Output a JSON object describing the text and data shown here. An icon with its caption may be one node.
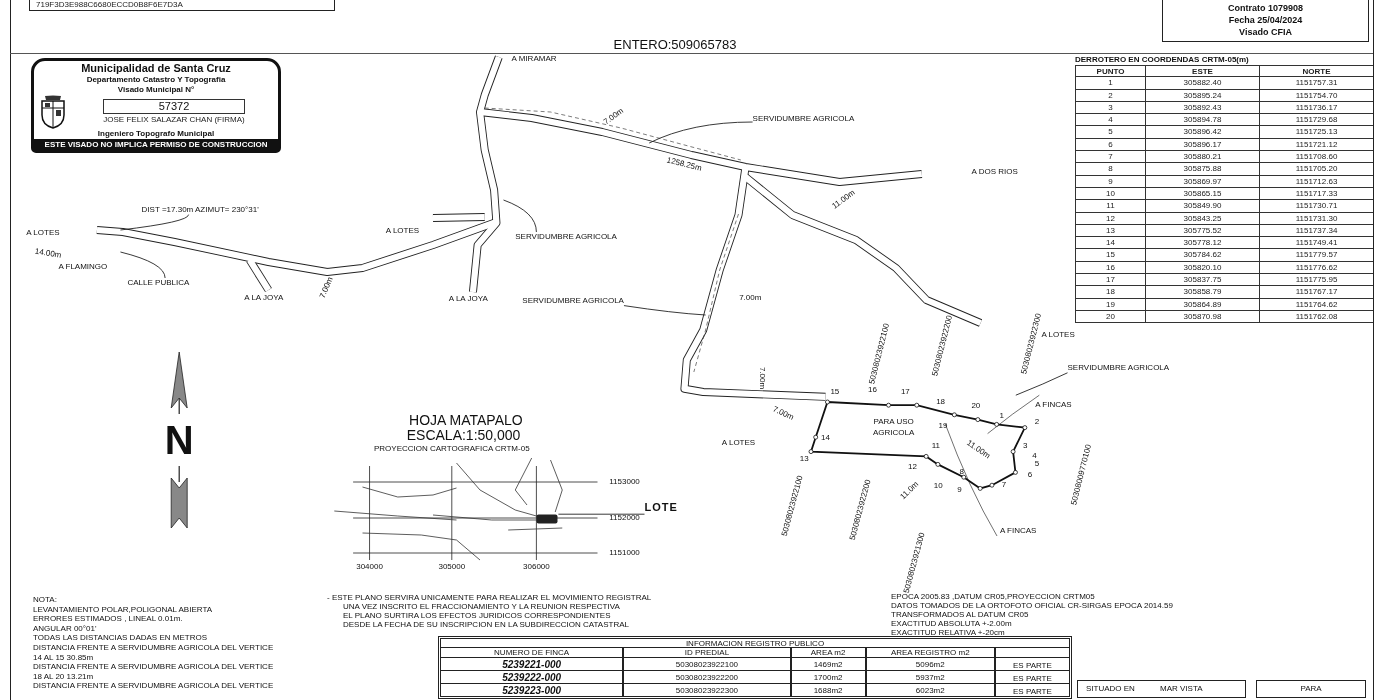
{
  "diagram": {
    "nodes": [
      {
        "text": [
          "719F3D3E988C6680ECCD0B8F6E7D3A"
        ]
      },
      {
        "text": [
          "Contrato 1079908",
          "Fecha 25/04/2024",
          "Visado CFIA"
        ]
      },
      {
        "text": [
          "Municipalidad de Santa Cruz",
          "Departamento Catastro Y Topografia",
          "Visado Municipal N°",
          "57372",
          "JOSE FELIX SALAZAR CHAN (FIRMA)",
          "Ingeniero Topografo Municipal",
          "ESTE VISADO NO IMPLICA PERMISO DE CONSTRUCCION"
        ]
      },
      {
        "text": [
          "SERVIDUMBRE AGRICOLA"
        ]
      },
      {
        "text": [
          "DIST =17.30m AZIMUT= 230°31'"
        ]
      },
      {
        "text": [
          "SERVIDUMBRE AGRICOLA"
        ]
      },
      {
        "text": [
          "CALLE PUBLICA"
        ]
      },
      {
        "text": [
          "SERVIDUMBRE AGRICOLA"
        ]
      },
      {
        "text": [
          "PARA USO AGRICOLA"
        ]
      },
      {
        "text": [
          "SERVIDUMBRE AGRICOLA"
        ]
      },
      {
        "text": [
          "LOTE"
        ]
      },
      {
        "text": [],
        "shape": "box"
      }
    ],
    "edges": [
      {
        "from": 3,
        "to": null,
        "arrow": "none"
      },
      {
        "from": 4,
        "to": null,
        "arrow": "none"
      },
      {
        "from": 5,
        "to": null,
        "arrow": "none"
      },
      {
        "from": 6,
        "to": null,
        "arrow": "none"
      },
      {
        "from": 7,
        "to": null,
        "arrow": "none"
      },
      {
        "from": 9,
        "to": null,
        "arrow": "none"
      },
      {
        "from": 10,
        "to": 11,
        "arrow": "none"
      }
    ],
    "labels": [
      "ENTERO:509065783",
      "DERROTERO EN COORDENDAS CRTM-05(m)",
      "PUNTO",
      "ESTE",
      "NORTE",
      "1",
      "305882.40",
      "1151757.31",
      "2",
      "305895.24",
      "1151754.70",
      "3",
      "305892.43",
      "1151736.17",
      "4",
      "305894.78",
      "1151729.68",
      "5",
      "305896.42",
      "1151725.13",
      "6",
      "305896.17",
      "1151721.12",
      "7",
      "305880.21",
      "1151708.60",
      "8",
      "305875.88",
      "1151705.20",
      "9",
      "305869.97",
      "1151712.63",
      "10",
      "305865.15",
      "1151717.33",
      "11",
      "305849.90",
      "1151730.71",
      "12",
      "305843.25",
      "1151731.30",
      "13",
      "305775.52",
      "1151737.34",
      "14",
      "305778.12",
      "1151749.41",
      "15",
      "305784.62",
      "1151779.57",
      "16",
      "305820.10",
      "1151776.62",
      "17",
      "305837.75",
      "1151775.95",
      "18",
      "305858.79",
      "1151767.17",
      "19",
      "305864.89",
      "1151764.62",
      "20",
      "305870.98",
      "1151762.08",
      "A MIRAMAR",
      "7.00m",
      "1258.25m",
      "A DOS RIOS",
      "11.00m",
      "A LOTES",
      "A LOTES",
      "14.00m",
      "A FLAMINGO",
      "A LA JOYA",
      "7.00m",
      "A LA JOYA",
      "7.00m",
      "A LOTES",
      "7.00m",
      "7.00m",
      "A LOTES",
      "11.00m",
      "11.0m",
      "A FINCAS",
      "A FINCAS",
      "15",
      "16",
      "17",
      "18",
      "20",
      "1",
      "2",
      "19",
      "14",
      "13",
      "11",
      "12",
      "3",
      "4",
      "5",
      "6",
      "8",
      "10",
      "9",
      "7",
      "50308023922100",
      "50308023922200",
      "50308023922300",
      "50308009770100",
      "50308023922100",
      "50308023922200",
      "50308023921300",
      "N",
      "HOJA MATAPALO",
      "ESCALA:1:50,000",
      "PROYECCION CARTOGRAFICA CRTM-05",
      "1153000",
      "1152000",
      "1151000",
      "304000",
      "305000",
      "306000",
      "- ESTE PLANO SERVIRA UNICAMENTE PARA REALIZAR EL MOVIMIENTO REGISTRAL",
      "UNA VEZ INSCRITO EL FRACCIONAMIENTO Y LA REUNION RESPECTIVA",
      "EL PLANO SURTIRA LOS EFECTOS JURIDICOS CORRESPONDIENTES",
      "DESDE LA FECHA DE SU INSCRIPCION EN LA SUBDIRECCION CATASTRAL",
      "EPOCA 2005.83 ,DATUM CR05,PROYECCION CRTM05",
      "DATOS TOMADOS DE LA ORTOFOTO OFICIAL CR-SIRGAS EPOCA 2014.59",
      "TRANSFORMADOS AL DATUM CR05",
      "EXACTITUD ABSOLUTA +-2.00m",
      "EXACTITUD RELATIVA +-20cm",
      "NOTA:",
      "LEVANTAMIENTO POLAR,POLIGONAL ABIERTA",
      "ERRORES ESTIMADOS , LINEAL 0.01m.",
      "ANGULAR 00°01'",
      "TODAS LAS DISTANCIAS DADAS EN METROS",
      "DISTANCIA FRENTE A SERVIDUMBRE AGRICOLA DEL VERTICE",
      "14 AL 15 30.85m",
      "DISTANCIA FRENTE A SERVIDUMBRE AGRICOLA DEL VERTICE",
      "18 AL 20 13.21m",
      "DISTANCIA FRENTE A SERVIDUMBRE AGRICOLA DEL VERTICE",
      "INFORMACION REGISTRO PUBLICO",
      "NUMERO DE FINCA",
      "ID PREDIAL",
      "AREA m2",
      "AREA REGISTRO m2",
      "5239221-000",
      "50308023922100",
      "1469m2",
      "5096m2",
      "ES PARTE",
      "5239222-000",
      "50308023922200",
      "1700m2",
      "5937m2",
      "ES PARTE",
      "5239223-000",
      "50308023922300",
      "1688m2",
      "6023m2",
      "ES PARTE",
      "SITUADO EN",
      "MAR VISTA",
      "PARA"
    ]
  }
}
